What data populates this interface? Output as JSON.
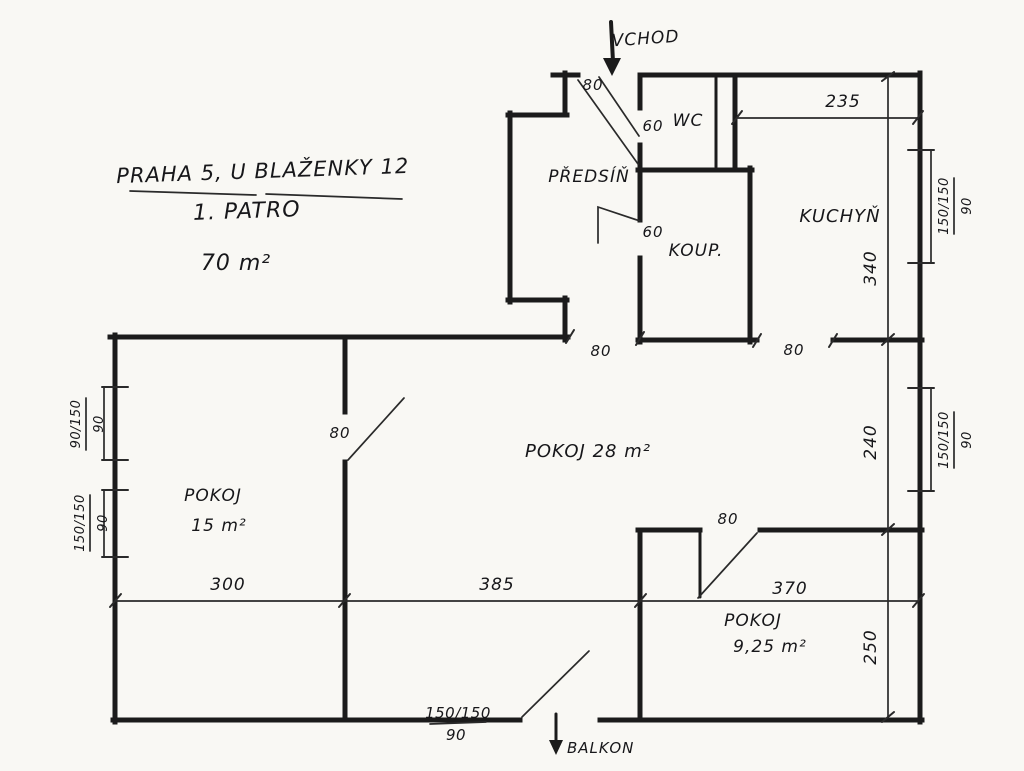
{
  "title": {
    "address": "PRAHA 5, U BLAŽENKY 12",
    "floor": "1. PATRO",
    "total_area": "70 m²"
  },
  "rooms": {
    "entrance": "VCHOD",
    "hall": "PŘEDSÍŇ",
    "wc": "WC",
    "bathroom": "KOUP.",
    "kitchen": "KUCHYŇ",
    "living_room": "POKOJ 28 m²",
    "room_left_name": "POKOJ",
    "room_left_area": "15 m²",
    "room_small_name": "POKOJ",
    "room_small_area": "9,25 m²",
    "balcony": "BALKON"
  },
  "dimensions": {
    "kitchen_width": "235",
    "kitchen_height": "340",
    "living_height": "240",
    "room_small_height": "250",
    "room_left_width": "300",
    "living_width": "385",
    "room_small_width": "370",
    "entry_door": "80",
    "wc_door": "60",
    "bath_door": "60",
    "hall_living_door": "80",
    "kitchen_door": "80",
    "room_left_door": "80",
    "room_small_door": "80"
  },
  "windows": {
    "right_kitchen": {
      "size": "150/150",
      "sill": "90"
    },
    "right_living": {
      "size": "150/150",
      "sill": "90"
    },
    "left_top": {
      "size": "90/150",
      "sill": "90"
    },
    "left_bottom": {
      "size": "150/150",
      "sill": "90"
    },
    "balcony_door": {
      "size": "150/150",
      "sill": "90"
    }
  }
}
